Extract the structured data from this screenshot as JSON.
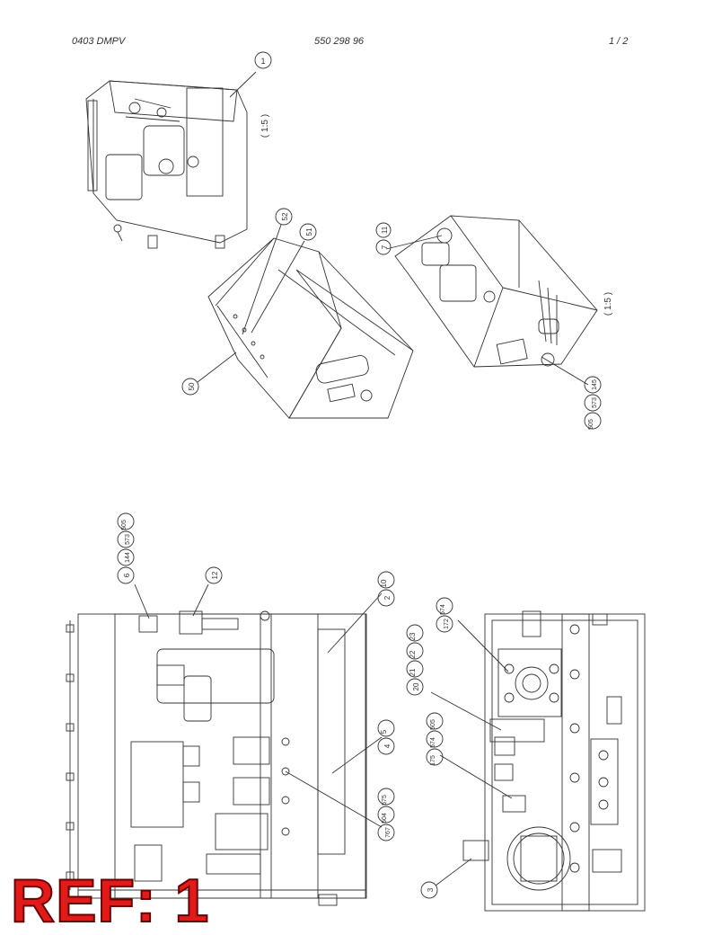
{
  "header": {
    "doc_code": "0403 DMPV",
    "part_number": "550 298 96",
    "page": "1 /  2"
  },
  "scale_labels": [
    "( 1:5 )",
    "( 1:5 )"
  ],
  "callouts": {
    "top_view_1": "1",
    "cover_50": "50",
    "cover_51": "51",
    "cover_52": "52",
    "unit_7": "7",
    "unit_11": "11",
    "unit_145": "145",
    "unit_573": "573",
    "unit_505": "505",
    "side_6": "6",
    "side_144": "144",
    "side_573": "573",
    "side_505": "505",
    "side_12": "12",
    "side_2": "2",
    "side_10": "10",
    "side_4": "4",
    "side_5": "5",
    "side_767": "767",
    "side_504": "504",
    "side_575": "575",
    "front_172": "172",
    "front_574": "574",
    "front_20": "20",
    "front_21": "21",
    "front_22": "22",
    "front_23": "23",
    "front_175": "175",
    "front_574b": "574",
    "front_505": "505",
    "front_3": "3"
  },
  "ref_label": "REF: 1"
}
